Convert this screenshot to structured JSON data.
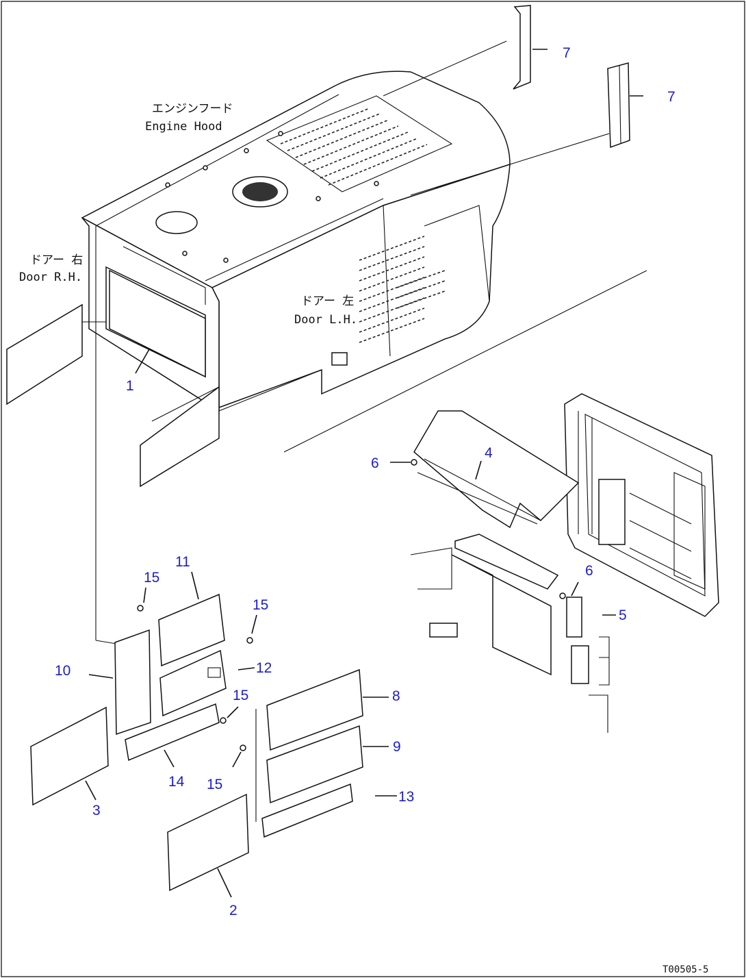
{
  "annotations": {
    "engine_hood_jp": "エンジンフード",
    "engine_hood_en": "Engine Hood",
    "door_r_jp": "ドアー 右",
    "door_r_en": "Door R.H.",
    "door_l_jp": "ドアー 左",
    "door_l_en": "Door L.H."
  },
  "callouts": {
    "c1": "1",
    "c2": "2",
    "c3": "3",
    "c4": "4",
    "c5": "5",
    "c6a": "6",
    "c6b": "6",
    "c7a": "7",
    "c7b": "7",
    "c8": "8",
    "c9": "9",
    "c10": "10",
    "c11": "11",
    "c12": "12",
    "c13": "13",
    "c14": "14",
    "c15a": "15",
    "c15b": "15",
    "c15c": "15",
    "c15d": "15"
  },
  "document_id": "T00505-5"
}
